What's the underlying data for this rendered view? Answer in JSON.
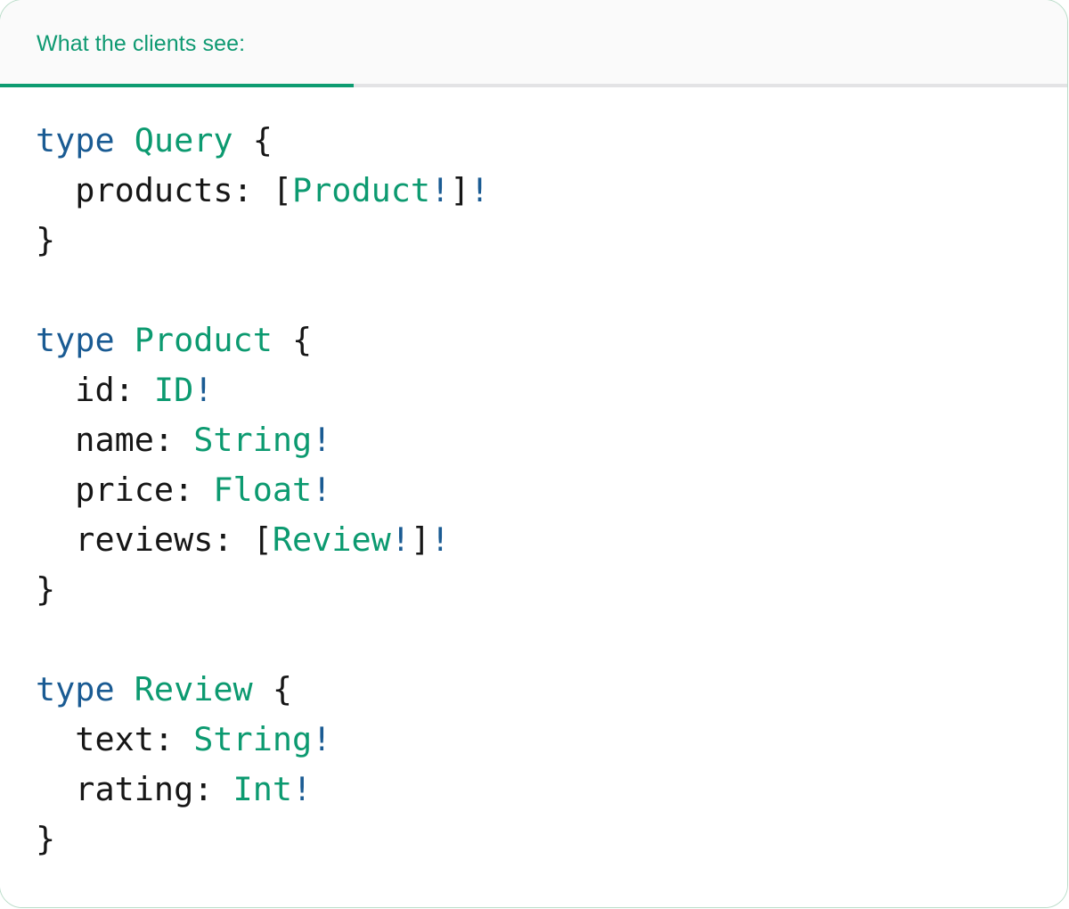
{
  "panel": {
    "border_color": "#b9dcc8",
    "background": "#ffffff"
  },
  "header": {
    "background": "#fafafa",
    "divider_color": "#e3e3e5",
    "tabs": [
      {
        "label": "What the clients see:",
        "active": true,
        "accent_color": "#0e9c71",
        "text_color": "#0e9971"
      }
    ]
  },
  "colors": {
    "keyword": "#1a5b93",
    "type_name": "#0c9a70",
    "punctuation": "#161616",
    "field_name": "#161616",
    "non_null_bang": "#1a5b93"
  },
  "code": {
    "language": "graphql",
    "lines": [
      {
        "id": "line-1",
        "tokens": [
          {
            "text": "type",
            "kind": "keyword"
          },
          {
            "text": " ",
            "kind": "plain"
          },
          {
            "text": "Query",
            "kind": "type"
          },
          {
            "text": " ",
            "kind": "plain"
          },
          {
            "text": "{",
            "kind": "punct"
          }
        ]
      },
      {
        "id": "line-2",
        "tokens": [
          {
            "text": "  products: ",
            "kind": "field"
          },
          {
            "text": "[",
            "kind": "punct"
          },
          {
            "text": "Product",
            "kind": "type"
          },
          {
            "text": "!",
            "kind": "bang"
          },
          {
            "text": "]",
            "kind": "punct"
          },
          {
            "text": "!",
            "kind": "bang"
          }
        ]
      },
      {
        "id": "line-3",
        "tokens": [
          {
            "text": "}",
            "kind": "punct"
          }
        ]
      },
      {
        "id": "line-4",
        "tokens": []
      },
      {
        "id": "line-5",
        "tokens": [
          {
            "text": "type",
            "kind": "keyword"
          },
          {
            "text": " ",
            "kind": "plain"
          },
          {
            "text": "Product",
            "kind": "type"
          },
          {
            "text": " ",
            "kind": "plain"
          },
          {
            "text": "{",
            "kind": "punct"
          }
        ]
      },
      {
        "id": "line-6",
        "tokens": [
          {
            "text": "  id: ",
            "kind": "field"
          },
          {
            "text": "ID",
            "kind": "type"
          },
          {
            "text": "!",
            "kind": "bang"
          }
        ]
      },
      {
        "id": "line-7",
        "tokens": [
          {
            "text": "  name: ",
            "kind": "field"
          },
          {
            "text": "String",
            "kind": "type"
          },
          {
            "text": "!",
            "kind": "bang"
          }
        ]
      },
      {
        "id": "line-8",
        "tokens": [
          {
            "text": "  price: ",
            "kind": "field"
          },
          {
            "text": "Float",
            "kind": "type"
          },
          {
            "text": "!",
            "kind": "bang"
          }
        ]
      },
      {
        "id": "line-9",
        "tokens": [
          {
            "text": "  reviews: ",
            "kind": "field"
          },
          {
            "text": "[",
            "kind": "punct"
          },
          {
            "text": "Review",
            "kind": "type"
          },
          {
            "text": "!",
            "kind": "bang"
          },
          {
            "text": "]",
            "kind": "punct"
          },
          {
            "text": "!",
            "kind": "bang"
          }
        ]
      },
      {
        "id": "line-10",
        "tokens": [
          {
            "text": "}",
            "kind": "punct"
          }
        ]
      },
      {
        "id": "line-11",
        "tokens": []
      },
      {
        "id": "line-12",
        "tokens": [
          {
            "text": "type",
            "kind": "keyword"
          },
          {
            "text": " ",
            "kind": "plain"
          },
          {
            "text": "Review",
            "kind": "type"
          },
          {
            "text": " ",
            "kind": "plain"
          },
          {
            "text": "{",
            "kind": "punct"
          }
        ]
      },
      {
        "id": "line-13",
        "tokens": [
          {
            "text": "  text: ",
            "kind": "field"
          },
          {
            "text": "String",
            "kind": "type"
          },
          {
            "text": "!",
            "kind": "bang"
          }
        ]
      },
      {
        "id": "line-14",
        "tokens": [
          {
            "text": "  rating: ",
            "kind": "field"
          },
          {
            "text": "Int",
            "kind": "type"
          },
          {
            "text": "!",
            "kind": "bang"
          }
        ]
      },
      {
        "id": "line-15",
        "tokens": [
          {
            "text": "}",
            "kind": "punct"
          }
        ]
      }
    ]
  }
}
